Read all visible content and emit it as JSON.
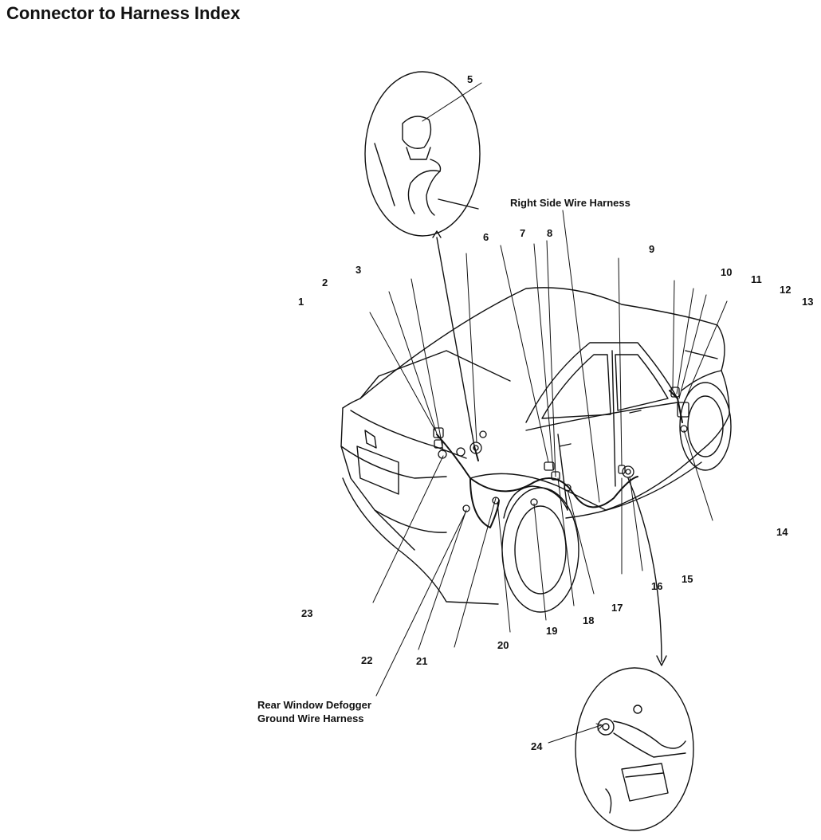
{
  "page": {
    "title": "Connector to Harness Index"
  },
  "harness_labels": {
    "right_side": "Right Side Wire Harness",
    "rear_defogger_line1": "Rear Window Defogger",
    "rear_defogger_line2": "Ground Wire Harness"
  },
  "callouts": [
    "1",
    "2",
    "3",
    "5",
    "6",
    "7",
    "8",
    "9",
    "10",
    "11",
    "12",
    "13",
    "14",
    "15",
    "16",
    "17",
    "18",
    "19",
    "20",
    "21",
    "22",
    "23",
    "24"
  ]
}
